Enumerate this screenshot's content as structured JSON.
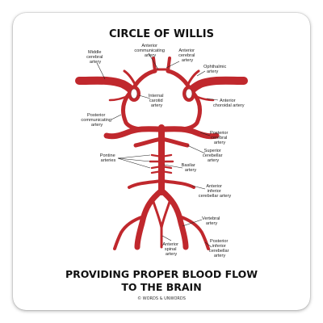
{
  "title": "CIRCLE OF WILLIS",
  "subtitle_line1": "PROVIDING PROPER BLOOD FLOW",
  "subtitle_line2": "TO THE BRAIN",
  "credit": "© WORDS & UNWORDS",
  "colors": {
    "artery": "#c0282d",
    "outline": "#7a1418",
    "text": "#111111",
    "background": "#ffffff"
  },
  "labels": {
    "anterior_communicating": [
      "Anterior",
      "communicating",
      "artery"
    ],
    "anterior_cerebral": [
      "Anterior",
      "cerebral",
      "artery"
    ],
    "middle_cerebral": [
      "Middle",
      "cerebral",
      "artery"
    ],
    "ophthalmic": [
      "Ophthalmic",
      "artery"
    ],
    "internal_carotid": [
      "Internal",
      "carotid",
      "artery"
    ],
    "anterior_choroidal": [
      "Anterior",
      "choroidal artery"
    ],
    "posterior_communicating": [
      "Posterior",
      "communicating",
      "artery"
    ],
    "posterior_cerebral": [
      "Posterior",
      "cerebral",
      "artery"
    ],
    "pontine": [
      "Pontine",
      "arteries"
    ],
    "superior_cerebellar": [
      "Superior",
      "cerebellar",
      "artery"
    ],
    "basilar": [
      "Basilar",
      "artery"
    ],
    "anterior_inferior_cerebellar": [
      "Anterior",
      "inferior",
      "cerebellar artery"
    ],
    "vertebral": [
      "Vertebral",
      "artery"
    ],
    "anterior_spinal": [
      "Anterior",
      "spinal",
      "artery"
    ],
    "posterior_inferior_cerebellar": [
      "Posterior",
      "inferior",
      "cerebellar",
      "artery"
    ]
  }
}
